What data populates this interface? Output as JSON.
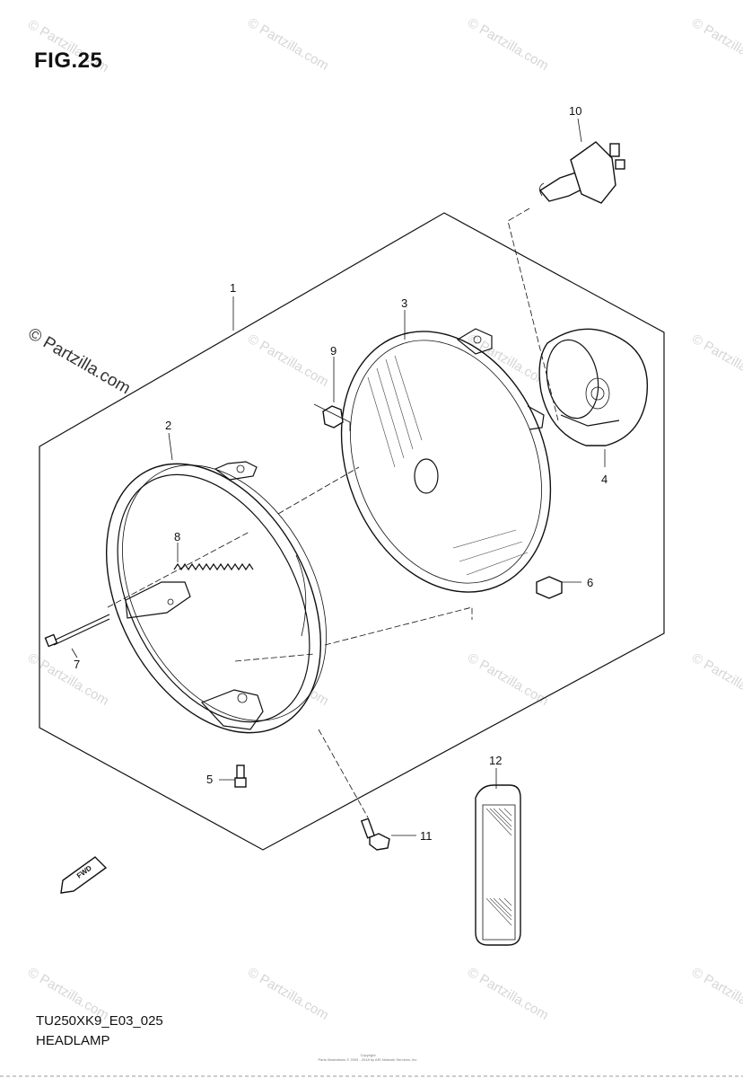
{
  "figure": {
    "title": "FIG.25"
  },
  "footer": {
    "model_code": "TU250XK9_E03_025",
    "section_name": "HEADLAMP",
    "copyright_line1": "Copyright",
    "copyright_line2": "Parts Illustrations © 2009 - 2018 by ARI Network Services, Inc."
  },
  "watermark": {
    "text": "© Partzilla.com"
  },
  "fwd_label": "FWD",
  "callouts": [
    {
      "number": "1",
      "part": "headlamp-assembly"
    },
    {
      "number": "2",
      "part": "headlamp-rim-housing"
    },
    {
      "number": "3",
      "part": "headlamp-lens-unit"
    },
    {
      "number": "4",
      "part": "socket-cover"
    },
    {
      "number": "5",
      "part": "rim-screw"
    },
    {
      "number": "6",
      "part": "nut-clip"
    },
    {
      "number": "7",
      "part": "adjusting-screw"
    },
    {
      "number": "8",
      "part": "adjusting-spring"
    },
    {
      "number": "9",
      "part": "nut-clip-small"
    },
    {
      "number": "10",
      "part": "headlamp-bulb"
    },
    {
      "number": "11",
      "part": "housing-bolt"
    },
    {
      "number": "12",
      "part": "reflector"
    }
  ]
}
